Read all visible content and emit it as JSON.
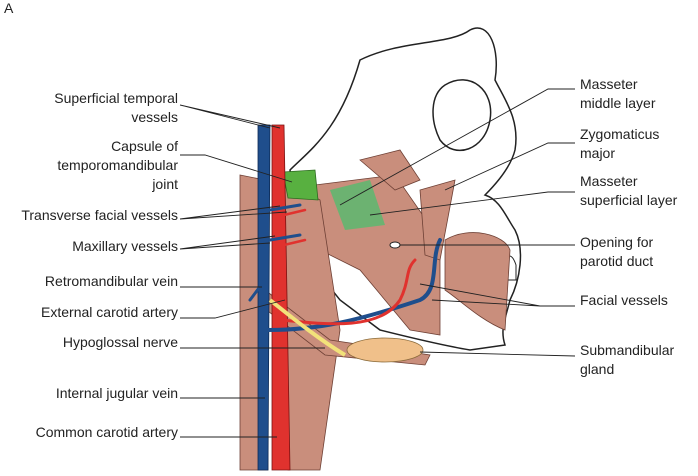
{
  "panel_letter": "A",
  "labels_left": [
    {
      "lines": [
        "Superficial temporal",
        "vessels"
      ]
    },
    {
      "lines": [
        "Capsule of",
        "temporomandibular",
        "joint"
      ]
    },
    {
      "lines": [
        "Transverse facial vessels"
      ]
    },
    {
      "lines": [
        "Maxillary vessels"
      ]
    },
    {
      "lines": [
        "Retromandibular vein"
      ]
    },
    {
      "lines": [
        "External carotid artery"
      ]
    },
    {
      "lines": [
        "Hypoglossal nerve"
      ]
    },
    {
      "lines": [
        "Internal jugular vein"
      ]
    },
    {
      "lines": [
        "Common carotid artery"
      ]
    }
  ],
  "labels_right": [
    {
      "lines": [
        "Masseter",
        "middle layer"
      ]
    },
    {
      "lines": [
        "Zygomaticus",
        "major"
      ]
    },
    {
      "lines": [
        "Masseter",
        "superficial layer"
      ]
    },
    {
      "lines": [
        "Opening for",
        "parotid duct"
      ]
    },
    {
      "lines": [
        "Facial vessels"
      ]
    },
    {
      "lines": [
        "Submandibular",
        "gland"
      ]
    }
  ],
  "colors": {
    "artery": "#e0322e",
    "vein": "#1f4e8c",
    "muscle": "#c98e7c",
    "nerve": "#f2e27a",
    "gland": "#f0c08a",
    "capsule": "#58b040"
  }
}
